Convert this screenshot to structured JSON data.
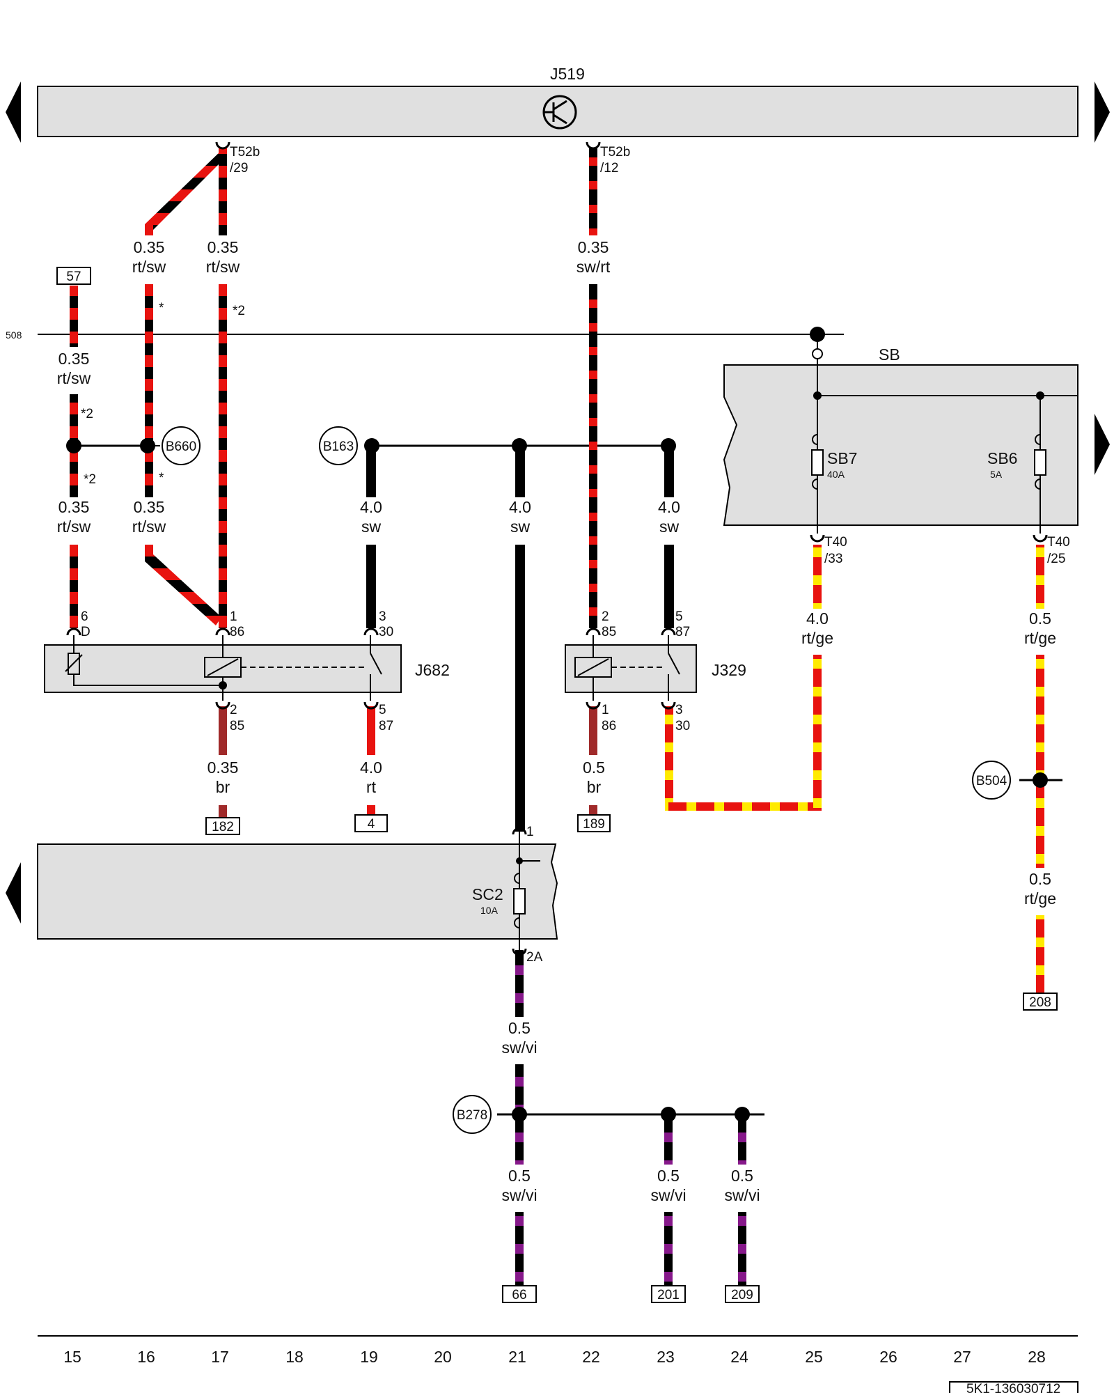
{
  "colors": {
    "black": "#000000",
    "red": "#e8130f",
    "yellow": "#ffea00",
    "brown": "#a02a2a",
    "violet": "#86188a",
    "panel_fill": "#e0e0e0"
  },
  "icons": {
    "control_unit": "transistor-icon",
    "relay": "relay-coil-icon",
    "fuse": "fuse-icon",
    "ground": "ground-point-icon"
  },
  "components": {
    "j519": "J519",
    "j682": "J682",
    "j329": "J329",
    "sb": "SB",
    "sb7": "SB7",
    "sb7_rating": "40A",
    "sb6": "SB6",
    "sb6_rating": "5A",
    "sc2": "SC2",
    "sc2_rating": "10A"
  },
  "connectors": {
    "t52b_29": [
      "T52b",
      "/29"
    ],
    "t52b_12": [
      "T52b",
      "/12"
    ],
    "t40_33": [
      "T40",
      "/33"
    ],
    "t40_25": [
      "T40",
      "/25"
    ],
    "j682_6d": [
      "6",
      "D"
    ],
    "j682_1_86": [
      "1",
      "86"
    ],
    "j682_3_30": [
      "3",
      "30"
    ],
    "j682_2_85": [
      "2",
      "85"
    ],
    "j682_5_87": [
      "5",
      "87"
    ],
    "j329_2_85": [
      "2",
      "85"
    ],
    "j329_5_87": [
      "5",
      "87"
    ],
    "j329_1_86": [
      "1",
      "86"
    ],
    "j329_3_30": [
      "3",
      "30"
    ],
    "sc2_in": "1",
    "sc2_out": "2A"
  },
  "ground_points": {
    "b660": "B660",
    "b163": "B163",
    "b504": "B504",
    "b278": "B278"
  },
  "wire_labels": {
    "w16_top": [
      "0.35",
      "rt/sw"
    ],
    "w17_top": [
      "0.35",
      "rt/sw"
    ],
    "w22_top": [
      "0.35",
      "sw/rt"
    ],
    "w15_mid": [
      "0.35",
      "rt/sw"
    ],
    "w15_low": [
      "0.35",
      "rt/sw"
    ],
    "w16_low": [
      "0.35",
      "rt/sw"
    ],
    "w19": [
      "4.0",
      "sw"
    ],
    "w21": [
      "4.0",
      "sw"
    ],
    "w23": [
      "4.0",
      "sw"
    ],
    "w25": [
      "4.0",
      "rt/ge"
    ],
    "w28a": [
      "0.5",
      "rt/ge"
    ],
    "w28b": [
      "0.5",
      "rt/ge"
    ],
    "w17_bot": [
      "0.35",
      "br"
    ],
    "w19_bot": [
      "4.0",
      "rt"
    ],
    "w22_bot": [
      "0.5",
      "br"
    ],
    "w21_sc": [
      "0.5",
      "sw/vi"
    ],
    "w21_b": [
      "0.5",
      "sw/vi"
    ],
    "w23_b": [
      "0.5",
      "sw/vi"
    ],
    "w24_b": [
      "0.5",
      "sw/vi"
    ]
  },
  "annotations": {
    "star2_17": "*2",
    "star_16a": "*",
    "star2_15": "*2",
    "star2_15b": "*2",
    "star_16b": "*",
    "left_ref": "508"
  },
  "references": {
    "r57": "57",
    "r182": "182",
    "r4": "4",
    "r189": "189",
    "r208": "208",
    "r66": "66",
    "r201": "201",
    "r209": "209"
  },
  "columns": [
    "15",
    "16",
    "17",
    "18",
    "19",
    "20",
    "21",
    "22",
    "23",
    "24",
    "25",
    "26",
    "27",
    "28"
  ],
  "footer_code": "5K1-136030712"
}
